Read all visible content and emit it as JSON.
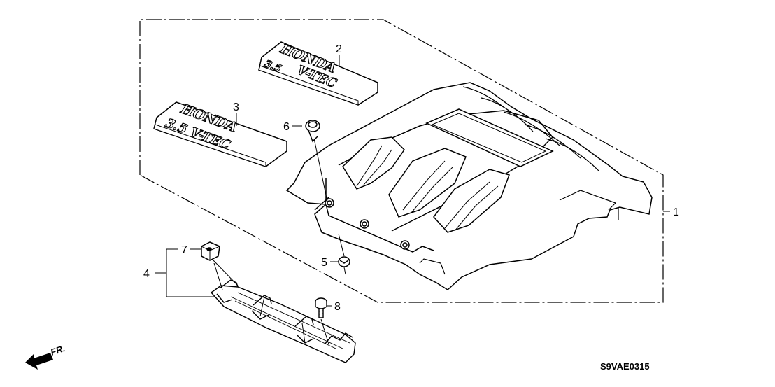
{
  "callouts": {
    "c1": "1",
    "c2": "2",
    "c3": "3",
    "c4": "4",
    "c5": "5",
    "c6": "6",
    "c7": "7",
    "c8": "8"
  },
  "emblems": {
    "brand": "HONDA",
    "engine": "3.5 V-TEC",
    "engine_short": "3.5",
    "vtec": "V-TEC"
  },
  "direction_label": "FR.",
  "diagram_code": "S9VAE0315"
}
